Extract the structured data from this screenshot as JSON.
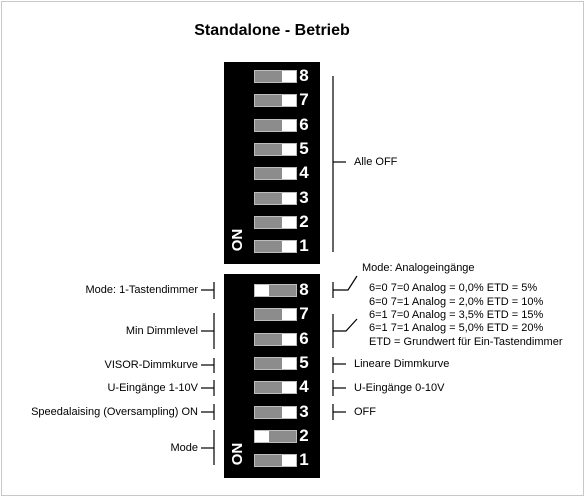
{
  "title": "Standalone - Betrieb",
  "on_label": "ON",
  "top_block": {
    "switches": [
      {
        "number": "8",
        "state": "off"
      },
      {
        "number": "7",
        "state": "off"
      },
      {
        "number": "6",
        "state": "off"
      },
      {
        "number": "5",
        "state": "off"
      },
      {
        "number": "4",
        "state": "off"
      },
      {
        "number": "3",
        "state": "off"
      },
      {
        "number": "2",
        "state": "off"
      },
      {
        "number": "1",
        "state": "off"
      }
    ],
    "right_label": "Alle OFF"
  },
  "bottom_block": {
    "switches": [
      {
        "number": "8",
        "state": "on"
      },
      {
        "number": "7",
        "state": "off"
      },
      {
        "number": "6",
        "state": "off"
      },
      {
        "number": "5",
        "state": "off"
      },
      {
        "number": "4",
        "state": "off"
      },
      {
        "number": "3",
        "state": "off"
      },
      {
        "number": "2",
        "state": "on"
      },
      {
        "number": "1",
        "state": "off"
      }
    ],
    "left_labels": {
      "mode_tastendimmer": "Mode: 1-Tastendimmer",
      "min_dimmlevel": "Min Dimmlevel",
      "visor_dimmkurve": "VISOR-Dimmkurve",
      "u_eingaenge_1_10v": "U-Eingänge 1-10V",
      "speedalaising": "Speedalaising (Oversampling) ON",
      "mode": "Mode"
    },
    "right_labels": {
      "mode_analog": "Mode: Analogeingänge",
      "table": [
        "6=0  7=0  Analog = 0,0%  ETD =    5%",
        "6=0  7=1  Analog = 2,0%  ETD = 10%",
        "6=1  7=0  Analog = 3,5%  ETD = 15%",
        "6=1  7=1  Analog = 5,0%  ETD = 20%"
      ],
      "etd_note": "ETD = Grundwert für Ein-Tastendimmer",
      "lineare_dimmkurve": "Lineare Dimmkurve",
      "u_eingaenge_0_10v": "U-Eingänge 0-10V",
      "off": "OFF"
    }
  }
}
